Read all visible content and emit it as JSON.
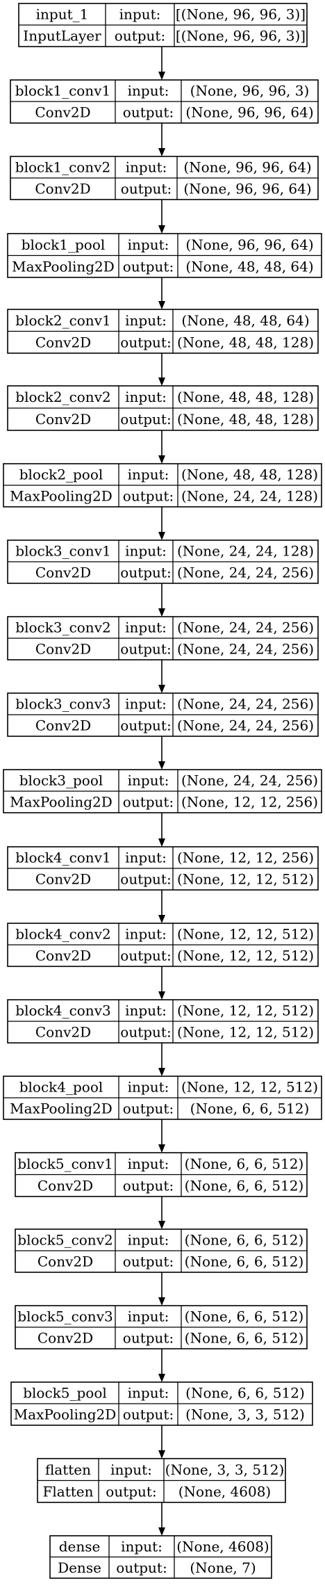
{
  "labels": {
    "input": "input:",
    "output": "output:"
  },
  "layers": [
    {
      "name": "input_1",
      "type": "InputLayer",
      "input": "[(None, 96, 96, 3)]",
      "output": "[(None, 96, 96, 3)]"
    },
    {
      "name": "block1_conv1",
      "type": "Conv2D",
      "input": "(None, 96, 96, 3)",
      "output": "(None, 96, 96, 64)"
    },
    {
      "name": "block1_conv2",
      "type": "Conv2D",
      "input": "(None, 96, 96, 64)",
      "output": "(None, 96, 96, 64)"
    },
    {
      "name": "block1_pool",
      "type": "MaxPooling2D",
      "input": "(None, 96, 96, 64)",
      "output": "(None, 48, 48, 64)"
    },
    {
      "name": "block2_conv1",
      "type": "Conv2D",
      "input": "(None, 48, 48, 64)",
      "output": "(None, 48, 48, 128)"
    },
    {
      "name": "block2_conv2",
      "type": "Conv2D",
      "input": "(None, 48, 48, 128)",
      "output": "(None, 48, 48, 128)"
    },
    {
      "name": "block2_pool",
      "type": "MaxPooling2D",
      "input": "(None, 48, 48, 128)",
      "output": "(None, 24, 24, 128)"
    },
    {
      "name": "block3_conv1",
      "type": "Conv2D",
      "input": "(None, 24, 24, 128)",
      "output": "(None, 24, 24, 256)"
    },
    {
      "name": "block3_conv2",
      "type": "Conv2D",
      "input": "(None, 24, 24, 256)",
      "output": "(None, 24, 24, 256)"
    },
    {
      "name": "block3_conv3",
      "type": "Conv2D",
      "input": "(None, 24, 24, 256)",
      "output": "(None, 24, 24, 256)"
    },
    {
      "name": "block3_pool",
      "type": "MaxPooling2D",
      "input": "(None, 24, 24, 256)",
      "output": "(None, 12, 12, 256)"
    },
    {
      "name": "block4_conv1",
      "type": "Conv2D",
      "input": "(None, 12, 12, 256)",
      "output": "(None, 12, 12, 512)"
    },
    {
      "name": "block4_conv2",
      "type": "Conv2D",
      "input": "(None, 12, 12, 512)",
      "output": "(None, 12, 12, 512)"
    },
    {
      "name": "block4_conv3",
      "type": "Conv2D",
      "input": "(None, 12, 12, 512)",
      "output": "(None, 12, 12, 512)"
    },
    {
      "name": "block4_pool",
      "type": "MaxPooling2D",
      "input": "(None, 12, 12, 512)",
      "output": "(None, 6, 6, 512)"
    },
    {
      "name": "block5_conv1",
      "type": "Conv2D",
      "input": "(None, 6, 6, 512)",
      "output": "(None, 6, 6, 512)"
    },
    {
      "name": "block5_conv2",
      "type": "Conv2D",
      "input": "(None, 6, 6, 512)",
      "output": "(None, 6, 6, 512)"
    },
    {
      "name": "block5_conv3",
      "type": "Conv2D",
      "input": "(None, 6, 6, 512)",
      "output": "(None, 6, 6, 512)"
    },
    {
      "name": "block5_pool",
      "type": "MaxPooling2D",
      "input": "(None, 6, 6, 512)",
      "output": "(None, 3, 3, 512)"
    },
    {
      "name": "flatten",
      "type": "Flatten",
      "input": "(None, 3, 3, 512)",
      "output": "(None, 4608)"
    },
    {
      "name": "dense",
      "type": "Dense",
      "input": "(None, 4608)",
      "output": "(None, 7)"
    }
  ]
}
